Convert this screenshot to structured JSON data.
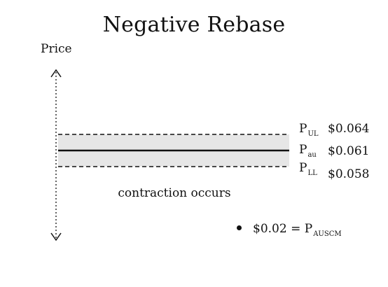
{
  "title": "Negative Rebase",
  "axis": {
    "label": "Price",
    "icon": "double-headed-vertical-arrow"
  },
  "levels": [
    {
      "symbol": "P",
      "sub": "UL",
      "value": "$0.064",
      "line_style": "dashed"
    },
    {
      "symbol": "P",
      "sub": "au",
      "value": "$0.061",
      "line_style": "solid"
    },
    {
      "symbol": "P",
      "sub": "LL",
      "value": "$0.058",
      "line_style": "dashed"
    }
  ],
  "band_color": "#e6e6e6",
  "caption": "contraction occurs",
  "note": {
    "lhs": "$0.02 = ",
    "symbol": "P",
    "sub": "AUSCM"
  }
}
